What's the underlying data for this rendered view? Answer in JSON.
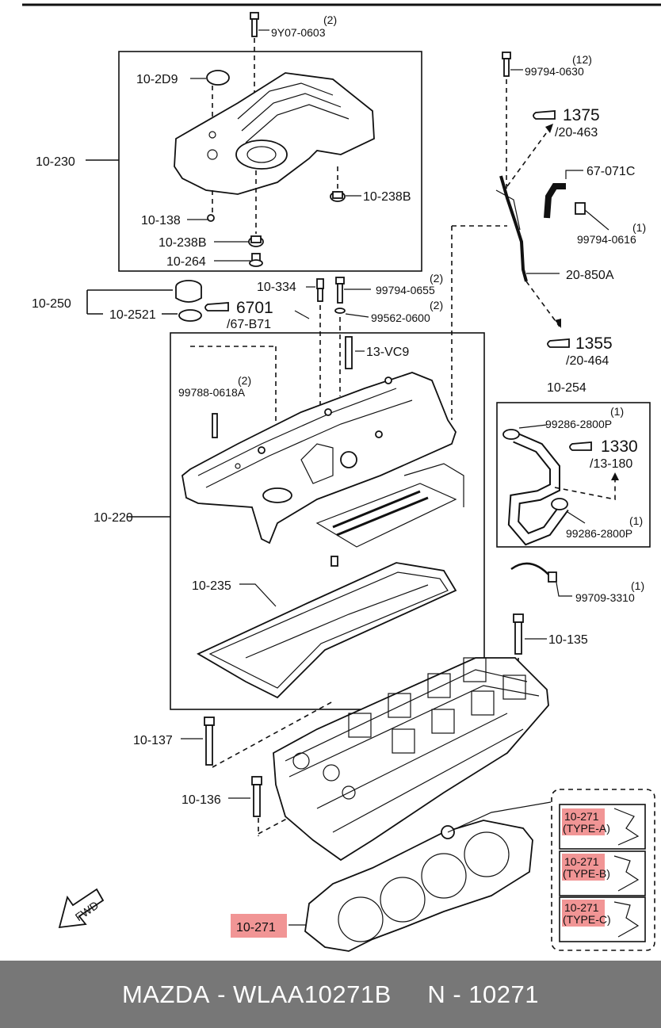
{
  "labels": {
    "p_9y07_qty": "(2)",
    "p_9y07": "9Y07-0603",
    "p_10_2d9": "10-2D9",
    "p_10_230": "10-230",
    "p_10_238b_a": "10-238B",
    "p_10_138": "10-138",
    "p_10_238b_b": "10-238B",
    "p_10_264": "10-264",
    "p_99794_0630_qty": "(12)",
    "p_99794_0630": "99794-0630",
    "ref_1375": "1375",
    "ref_20_463": "/20-463",
    "p_67_071c": "67-071C",
    "p_99794_0616_qty": "(1)",
    "p_99794_0616": "99794-0616",
    "p_20_850a": "20-850A",
    "p_10_250": "10-250",
    "p_10_2521": "10-2521",
    "ref_6701": "6701",
    "ref_67_b71": "/67-B71",
    "p_10_334": "10-334",
    "p_99794_0655_qty": "(2)",
    "p_99794_0655": "99794-0655",
    "p_99562_0600_qty": "(2)",
    "p_99562_0600": "99562-0600",
    "ref_1355": "1355",
    "ref_20_464": "/20-464",
    "p_13_vc9": "13-VC9",
    "p_99788_qty": "(2)",
    "p_99788": "99788-0618A",
    "p_10_254": "10-254",
    "p_99286_a_qty": "(1)",
    "p_99286_a": "99286-2800P",
    "ref_1330": "1330",
    "ref_13_180": "/13-180",
    "p_99286_b_qty": "(1)",
    "p_99286_b": "99286-2800P",
    "p_10_220": "10-220",
    "p_10_235": "10-235",
    "p_99709_qty": "(1)",
    "p_99709": "99709-3310",
    "p_10_135": "10-135",
    "p_10_137": "10-137",
    "p_10_136": "10-136",
    "p_10_271_main": "10-271",
    "type_a_num": "10-271",
    "type_a": "(TYPE-A)",
    "type_b_num": "10-271",
    "type_b": "(TYPE-B)",
    "type_c_num": "10-271",
    "type_c": "(TYPE-C)",
    "fwd": "FWD"
  },
  "footer": {
    "brand": "MAZDA",
    "part_number": "WLAA10271B",
    "ref_number": "N - 10271",
    "separator": " - "
  },
  "colors": {
    "highlight": "#f08a8a",
    "footer_bg": "#777777",
    "footer_text": "#ffffff"
  }
}
